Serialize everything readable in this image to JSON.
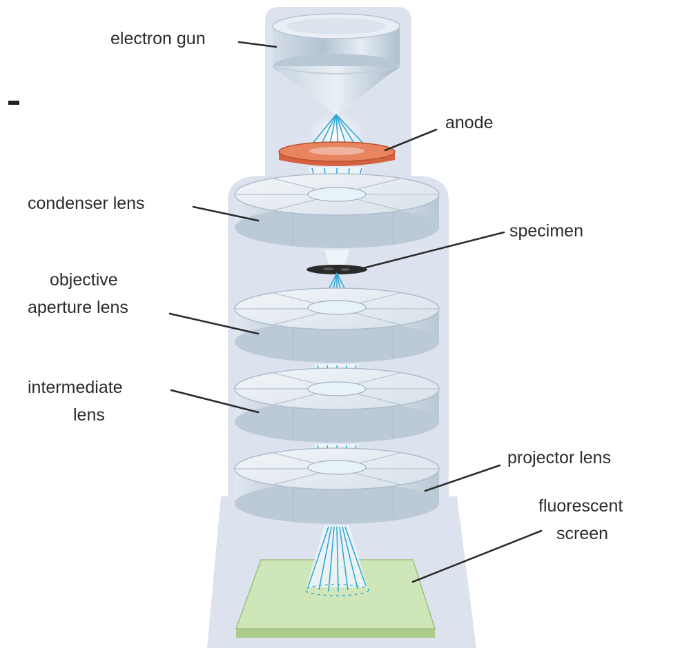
{
  "labels": {
    "electron_gun": "electron gun",
    "anode": "anode",
    "condenser_lens": "condenser lens",
    "specimen": "specimen",
    "objective_aperture_lens_line1": "objective",
    "objective_aperture_lens_line2": "aperture lens",
    "intermediate_lens_line1": "intermediate",
    "intermediate_lens_line2": "lens",
    "projector_lens": "projector lens",
    "fluorescent_screen_line1": "fluorescent",
    "fluorescent_screen_line2": "screen"
  },
  "colors": {
    "column": "#dde3ee",
    "lens_body": "#c9d6e2",
    "lens_top": "#e8eef4",
    "anode": "#e2724e",
    "beam": "#2fa8d6",
    "specimen": "#2a2a2a",
    "screen": "#cfe6b8"
  }
}
